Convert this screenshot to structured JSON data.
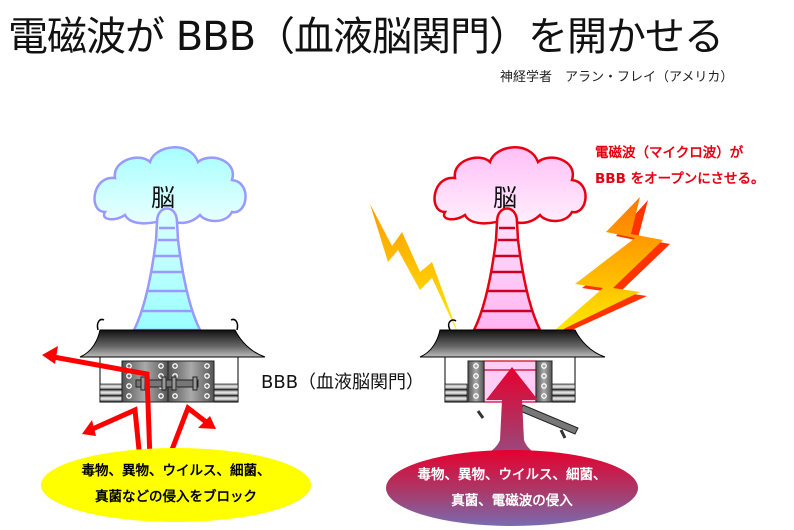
{
  "title": "電磁波が BBB（血液脳関門）を開かせる",
  "attribution": "神経学者　アラン・フレイ（アメリカ）",
  "bbb_label": "BBB（血液脳関門）",
  "left_panel": {
    "brain_label": "脳",
    "blocked_text_line1": "毒物、異物、ウイルス、細菌、",
    "blocked_text_line2": "真菌などの侵入をブロック",
    "gate_state": "closed"
  },
  "right_panel": {
    "brain_label": "脳",
    "note_line1": "電磁波（マイクロ波）が",
    "note_line2": "BBB をオープンにさせる。",
    "invasion_text_line1": "毒物、異物、ウイルス、細菌、",
    "invasion_text_line2": "真菌、電磁波の侵入",
    "gate_state": "open"
  },
  "colors": {
    "left_brain_fill": "#b3ffff",
    "left_brain_stroke": "#9999ff",
    "right_brain_fill": "#ffccff",
    "right_brain_stroke": "#e60012",
    "arrow_red": "#ff0000",
    "blob_yellow": "#ffff00",
    "lightning_orange": "#ff9900",
    "lightning_yellow": "#ffee00",
    "note_red": "#e60012"
  }
}
